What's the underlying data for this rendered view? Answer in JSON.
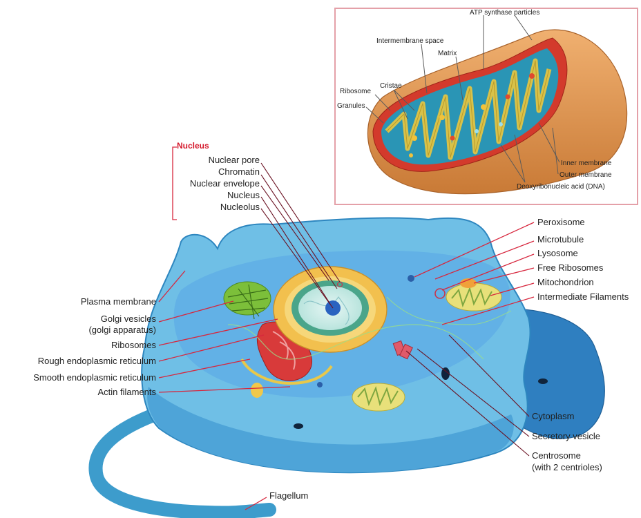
{
  "nucleus_group": {
    "heading": "Nucleus",
    "items": [
      "Nuclear pore",
      "Chromatin",
      "Nuclear envelope",
      "Nucleus",
      "Nucleolus"
    ]
  },
  "left_labels": [
    [
      "Plasma membrane"
    ],
    [
      "Golgi vesicles",
      "(golgi apparatus)"
    ],
    [
      "Ribosomes"
    ],
    [
      "Rough endoplasmic reticulum"
    ],
    [
      "Smooth endoplasmic reticulum"
    ],
    [
      "Actin filaments"
    ]
  ],
  "right_labels": [
    [
      "Peroxisome"
    ],
    [
      "Microtubule"
    ],
    [
      "Lysosome"
    ],
    [
      "Free Ribosomes"
    ],
    [
      "Mitochondrion"
    ],
    [
      "Intermediate Filaments"
    ],
    [
      "Cytoplasm"
    ],
    [
      "Secretory vesicle"
    ],
    [
      "Centrosome",
      "(with 2 centrioles)"
    ]
  ],
  "bottom_label": "Flagellum",
  "mitochondrion_inset": {
    "labels": [
      "ATP synthase particles",
      "Intermembrane space",
      "Matrix",
      "Cristae",
      "Ribosome",
      "Granules",
      "Inner membrane",
      "Outer membrane",
      "Deoxyribonucleic acid (DNA)"
    ]
  },
  "colors": {
    "leader": "#d7263d",
    "heading": "#d4182b",
    "cytoplasm": "#5ab3e0",
    "nucleus_envelope": "#e8b04a",
    "mito_outer": "#d9924a",
    "mito_matrix": "#2a95b5"
  }
}
